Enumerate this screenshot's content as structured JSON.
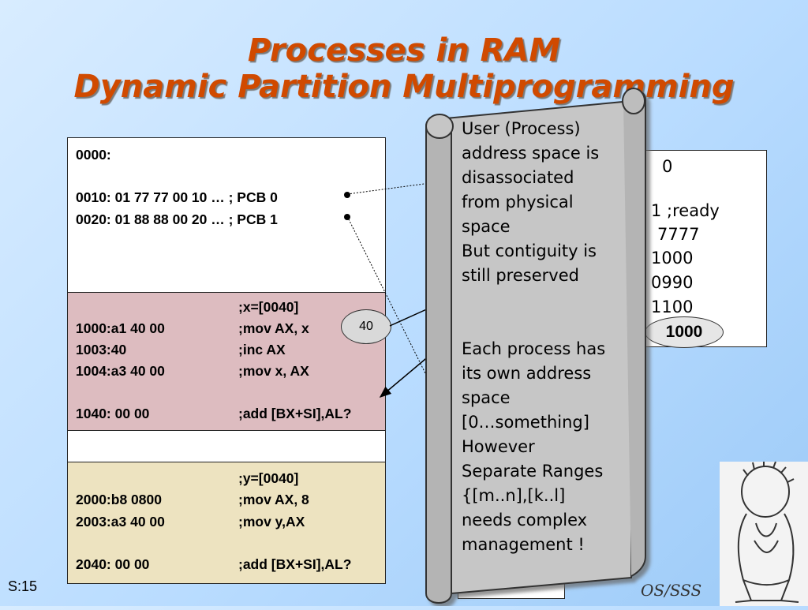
{
  "slide": {
    "title_line1": "Processes in RAM",
    "title_line2": "Dynamic Partition Multiprogramming",
    "slide_number": "S:15",
    "footer": "OS/SSS"
  },
  "memory": {
    "top_lines": [
      "0000:",
      "0010: 01 77 77 00 10 … ; PCB 0",
      "0020: 01 88 88 00 20 … ; PCB 1"
    ],
    "process0": {
      "comment": ";x=[0040]",
      "rows": [
        {
          "addr": "1000:a1 40 00",
          "asm": ";mov AX, x"
        },
        {
          "addr": "1003:40",
          "asm": ";inc AX"
        },
        {
          "addr": "1004:a3 40 00",
          "asm": ";mov x, AX"
        },
        {
          "addr": "1040: 00 00",
          "asm": ";add [BX+SI],AL?"
        }
      ]
    },
    "process1": {
      "comment": ";y=[0040]",
      "rows": [
        {
          "addr": "2000:b8 0800",
          "asm": ";mov AX, 8"
        },
        {
          "addr": "2003:a3 40 00",
          "asm": ";mov y,AX"
        },
        {
          "addr": "2040: 00 00",
          "asm": ";add [BX+SI],AL?"
        }
      ]
    },
    "offset_label": "40"
  },
  "pcb": {
    "lines": [
      "0",
      "1 ;ready",
      "7777",
      "1000",
      "0990",
      "1100",
      "1000"
    ]
  },
  "scroll_text": {
    "lines_a": [
      "User (Process)",
      "address space is",
      "disassociated",
      "from physical",
      "space",
      "But contiguity is",
      "still preserved"
    ],
    "lines_b": [
      "Each process has",
      "its own address",
      "space",
      "[0…something]",
      "However",
      "Separate Ranges",
      "{[m..n],[k..l]",
      "needs complex",
      "management !"
    ]
  },
  "colors": {
    "title": "#d04a00",
    "pink_band": "#ddbcc0",
    "tan_band": "#ede3c0",
    "scroll_fill": "#c6c6c6"
  }
}
